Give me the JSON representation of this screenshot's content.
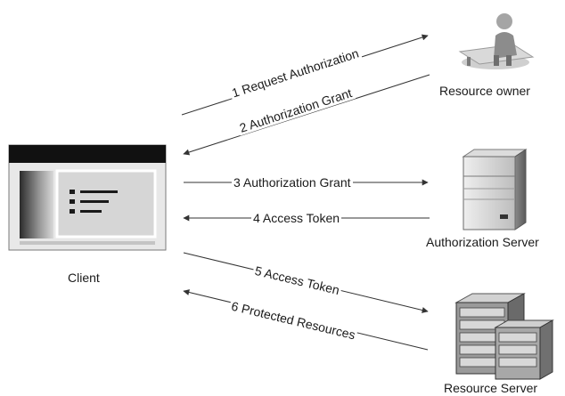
{
  "actors": {
    "client": "Client",
    "resource_owner": "Resource owner",
    "authorization_server": "Authorization Server",
    "resource_server": "Resource Server"
  },
  "messages": {
    "m1": "1 Request Authorization",
    "m2": "2 Authorization Grant",
    "m3": "3 Authorization Grant",
    "m4": "4 Access Token",
    "m5": "5 Access Token",
    "m6": "6 Protected Resources"
  },
  "icons": {
    "client": "client-window-icon",
    "resource_owner": "person-at-computer-icon",
    "authorization_server": "server-tower-icon",
    "resource_server": "server-rack-icon"
  },
  "colors": {
    "line": "#333333",
    "text": "#1a1a1a"
  }
}
